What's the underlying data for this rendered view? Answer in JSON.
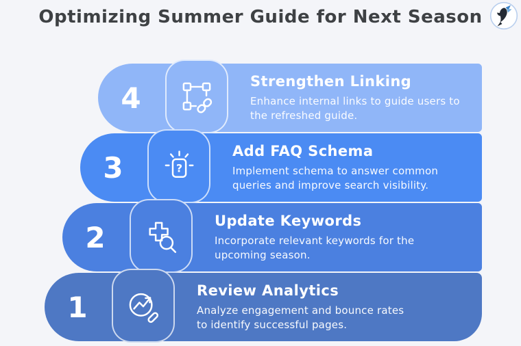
{
  "page": {
    "title": "Optimizing Summer Guide for Next Season",
    "title_color": "#3e4144",
    "background": "#f4f5f9",
    "logo": "hummingbird-badge",
    "logo_colors": {
      "ring": "#b9cfee",
      "body": "#242b34",
      "wing": "#3c84c9"
    }
  },
  "steps": [
    {
      "number": "4",
      "title": "Strengthen Linking",
      "description": "Enhance internal links to guide users to the refreshed guide.",
      "icon": "selection-link-icon",
      "color": "#90b6f8"
    },
    {
      "number": "3",
      "title": "Add FAQ Schema",
      "description": "Implement schema to answer common queries and improve search visibility.",
      "icon": "faq-question-icon",
      "color": "#4b8bf3"
    },
    {
      "number": "2",
      "title": "Update Keywords",
      "description": "Incorporate relevant keywords for the upcoming season.",
      "icon": "search-plus-icon",
      "color": "#4b80e0"
    },
    {
      "number": "1",
      "title": "Review Analytics",
      "description": "Analyze engagement and bounce rates to identify successful pages.",
      "icon": "analytics-search-icon",
      "color": "#4e78c4"
    }
  ]
}
